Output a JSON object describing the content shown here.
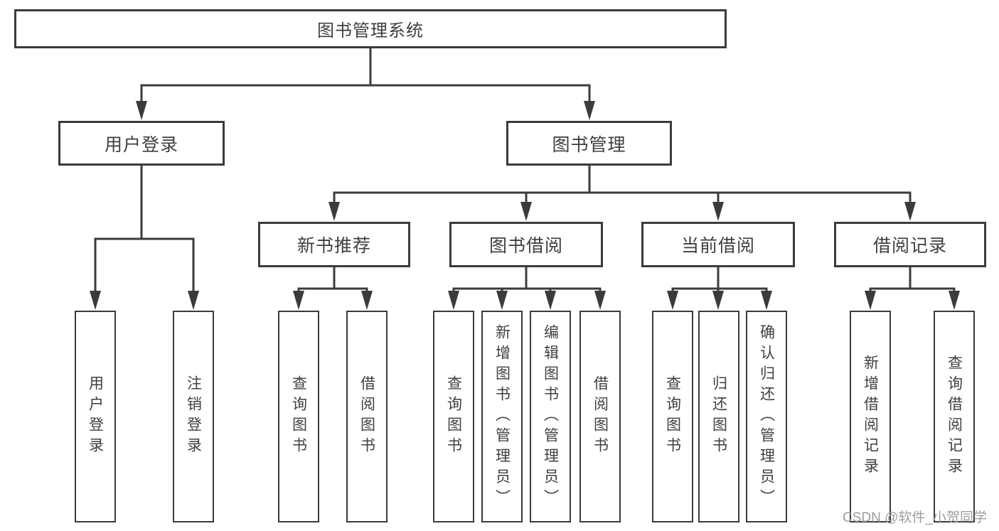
{
  "diagram": {
    "root": {
      "label": "图书管理系统"
    },
    "branches": [
      {
        "label": "用户登录",
        "children": [
          {
            "label": "用户登录"
          },
          {
            "label": "注销登录"
          }
        ]
      },
      {
        "label": "图书管理",
        "children": [
          {
            "label": "新书推荐",
            "children": [
              {
                "label": "查询图书"
              },
              {
                "label": "借阅图书"
              }
            ]
          },
          {
            "label": "图书借阅",
            "children": [
              {
                "label": "查询图书"
              },
              {
                "label": "新增图书（管理员）"
              },
              {
                "label": "编辑图书（管理员）"
              },
              {
                "label": "借阅图书"
              }
            ]
          },
          {
            "label": "当前借阅",
            "children": [
              {
                "label": "查询图书"
              },
              {
                "label": "归还图书"
              },
              {
                "label": "确认归还（管理员）"
              }
            ]
          },
          {
            "label": "借阅记录",
            "children": [
              {
                "label": "新增借阅记录"
              },
              {
                "label": "查询借阅记录"
              }
            ]
          }
        ]
      }
    ],
    "watermark": "CSDN @软件_小贺同学",
    "colors": {
      "line": "#3b3b3b",
      "text": "#3f3f3f",
      "box_background": "#ffffff",
      "watermark": "#9d9d9d",
      "page_background": "#ffffff"
    }
  }
}
